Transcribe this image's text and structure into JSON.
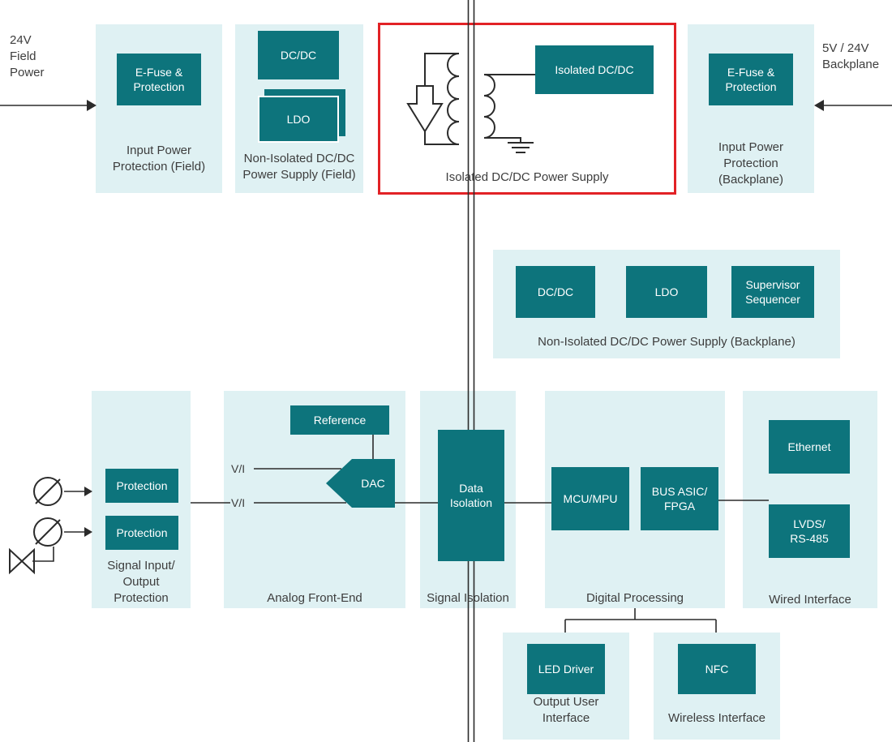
{
  "colors": {
    "chip_teal": "#0d747c",
    "block_bg": "#dff1f3",
    "highlight_red": "#e22226",
    "text": "#3d3d3d",
    "wire": "#2b2b2b"
  },
  "external_labels": {
    "field_power": "24V\nField\nPower",
    "backplane_power": "5V / 24V\nBackplane"
  },
  "blocks": {
    "input_protection_field": {
      "caption": "Input Power\nProtection (Field)",
      "chip": "E-Fuse &\nProtection"
    },
    "non_isolated_field": {
      "caption": "Non-Isolated DC/DC\nPower Supply (Field)",
      "chips": [
        "DC/DC",
        "LDO"
      ]
    },
    "isolated_supply": {
      "caption": "Isolated DC/DC Power Supply",
      "chip": "Isolated DC/DC",
      "highlighted": true
    },
    "input_protection_backplane": {
      "caption": "Input Power\nProtection\n(Backplane)",
      "chip": "E-Fuse &\nProtection"
    },
    "non_isolated_backplane": {
      "caption": "Non-Isolated DC/DC Power Supply (Backplane)",
      "chips": [
        "DC/DC",
        "LDO",
        "Supervisor\nSequencer"
      ]
    },
    "signal_io_protection": {
      "caption": "Signal Input/\nOutput\nProtection",
      "chips": [
        "Protection",
        "Protection"
      ]
    },
    "analog_front_end": {
      "caption": "Analog Front-End",
      "reference_chip": "Reference",
      "dac_chip": "DAC",
      "vi_top": "V/I",
      "vi_bottom": "V/I"
    },
    "signal_isolation": {
      "caption": "Signal Isolation",
      "chip": "Data\nIsolation"
    },
    "digital_processing": {
      "caption": "Digital Processing",
      "chips": [
        "MCU/MPU",
        "BUS ASIC/\nFPGA"
      ]
    },
    "wired_interface": {
      "caption": "Wired Interface",
      "chips": [
        "Ethernet",
        "LVDS/\nRS-485"
      ]
    },
    "output_user_interface": {
      "caption": "Output User\nInterface",
      "chip": "LED Driver"
    },
    "wireless_interface": {
      "caption": "Wireless Interface",
      "chip": "NFC"
    }
  }
}
